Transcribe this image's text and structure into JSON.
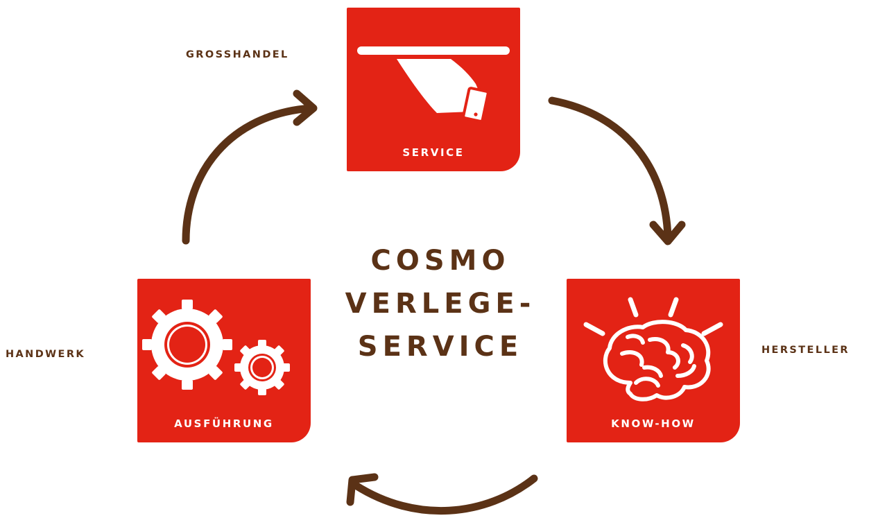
{
  "colors": {
    "card": "#e32315",
    "text": "#5b3216",
    "icon": "#ffffff"
  },
  "title_lines": [
    "COSMO",
    "VERLEGE-",
    "SERVICE"
  ],
  "cards": {
    "service": {
      "label": "SERVICE",
      "icon": "serving-hand-icon"
    },
    "know_how": {
      "label": "KNOW-HOW",
      "icon": "brain-icon"
    },
    "ausfuehrung": {
      "label": "AUSFÜHRUNG",
      "icon": "gears-icon"
    }
  },
  "roles": {
    "grosshandel": "GROSSHANDEL",
    "hersteller": "HERSTELLER",
    "handwerk": "HANDWERK"
  }
}
